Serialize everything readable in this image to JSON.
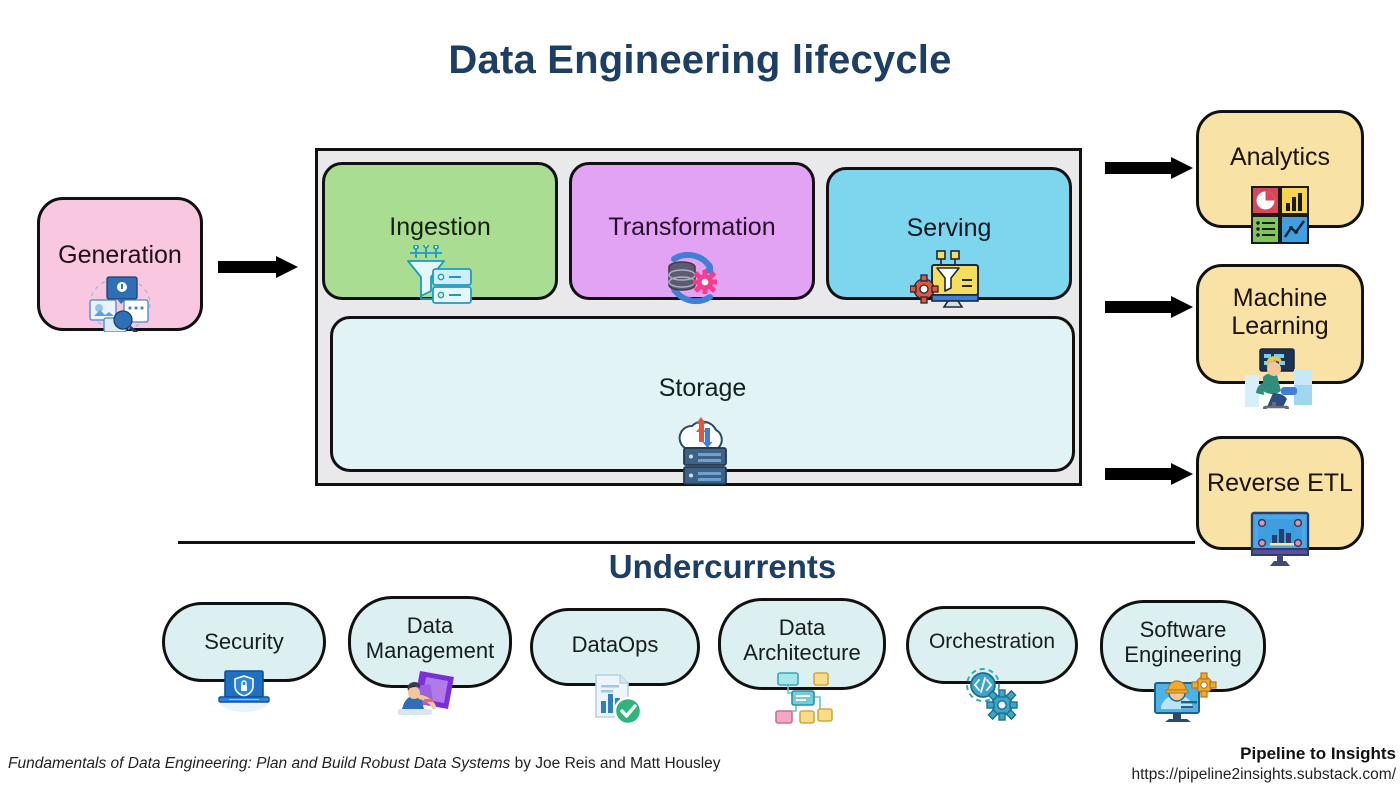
{
  "page": {
    "title": "Data Engineering lifecycle",
    "undercurrents_title": "Undercurrents",
    "title_color": "#1d3f66"
  },
  "generation": {
    "label": "Generation",
    "color": "#f9c7e0",
    "icon": "data-generation-icon"
  },
  "core": {
    "container_color": "#e9e9ec",
    "stages": [
      {
        "label": "Ingestion",
        "color": "#a8dd92",
        "icon": "funnel-server-icon"
      },
      {
        "label": "Transformation",
        "color": "#e3a3f4",
        "icon": "database-refresh-gear-icon"
      },
      {
        "label": "Serving",
        "color": "#7ed5ee",
        "icon": "monitor-funnel-gear-icon"
      }
    ],
    "storage": {
      "label": "Storage",
      "color": "#e1f3f4",
      "icon": "cloud-server-icon"
    }
  },
  "outputs": [
    {
      "label": "Analytics",
      "color": "#f8e2a5",
      "icon": "charts-grid-icon"
    },
    {
      "label": "Machine Learning",
      "color": "#f8e2a5",
      "icon": "data-scientist-icon"
    },
    {
      "label": "Reverse ETL",
      "color": "#f8e2a5",
      "icon": "dashboard-monitor-icon"
    }
  ],
  "undercurrents": {
    "color": "#ddf0f1",
    "items": [
      {
        "label": "Security",
        "icon": "laptop-shield-lock-icon"
      },
      {
        "label": "Data Management",
        "icon": "folder-person-icon"
      },
      {
        "label": "DataOps",
        "icon": "report-check-icon"
      },
      {
        "label": "Data Architecture",
        "icon": "network-nodes-icon"
      },
      {
        "label": "Orchestration",
        "icon": "code-gears-icon"
      },
      {
        "label": "Software Engineering",
        "icon": "engineer-monitor-icon"
      }
    ]
  },
  "footer": {
    "book_title": "Fundamentals of Data Engineering: Plan and Build Robust Data Systems",
    "book_authors": " by Joe Reis and Matt Housley",
    "brand": "Pipeline to Insights",
    "url": "https://pipeline2insights.substack.com/"
  }
}
